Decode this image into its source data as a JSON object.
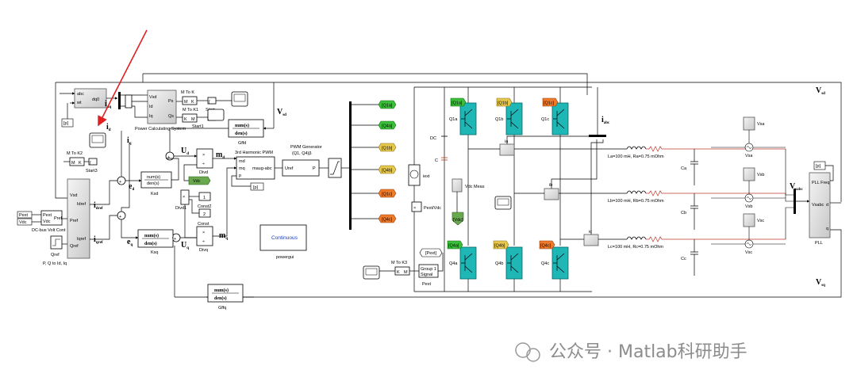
{
  "labels": {
    "vsd": "V",
    "vsd_sub": "sd",
    "vsd_top": "V",
    "vsd_top_sub": "sd",
    "vsabc": "V",
    "vsabc_sub": "sabc",
    "vsq": "V",
    "vsq_sub": "sq",
    "iabc": "i",
    "iabc_sub": "abc",
    "id_lbl": "i",
    "id_sub": "d",
    "iq_lbl": "i",
    "iq_sub": "q",
    "idq": "i",
    "idq_sub": "dq",
    "idref": "i",
    "idref_sub": "dref",
    "iqref": "i",
    "iqref_sub": "qref",
    "ed": "e",
    "ed_sub": "d",
    "eq": "e",
    "eq_sub": "q",
    "ud": "U",
    "ud_sub": "d",
    "uq": "U",
    "uq_sub": "q",
    "md": "m",
    "md_sub": "d",
    "mq": "m",
    "mq_sub": "q"
  },
  "blocks": {
    "dq0": {
      "in1": "abc",
      "in2": "wt",
      "out": "dq0"
    },
    "pcs": {
      "in1": "Vsd",
      "in2": "Id",
      "in3": "Iq",
      "out1": "Ps",
      "out2": "Qs",
      "name": "Power Calculating System"
    },
    "mtok1": {
      "title": "M  To  K",
      "a": "M",
      "b": "K",
      "name": "M  To  K1"
    },
    "start1": "Start1",
    "start": "Start",
    "start3": "Start3",
    "mtok2": {
      "title": "M  To  K2",
      "a": "M",
      "b": "K"
    },
    "gffd": {
      "num": "num(s)",
      "den": "den(s)",
      "name": "Gffd"
    },
    "gffq": {
      "num": "num(s)",
      "den": "den(s)",
      "name": "Gffq"
    },
    "ksd": {
      "num": "num(s)",
      "den": "den(s)",
      "name": "Ksd"
    },
    "ksq": {
      "num": "num(s)",
      "den": "den(s)",
      "name": "Ksq"
    },
    "pq": {
      "in1": "Vsd",
      "in2": "Pref",
      "in3": "Qref",
      "out1": "Idref",
      "out2": "Iqref",
      "name": "P, Q to Id, Iq"
    },
    "dcbus": {
      "in1": "Pext",
      "in2": "Vdc",
      "out": "Pref",
      "name": "DC-bus Volt Cont"
    },
    "pext_tag": "Pext",
    "vdc_tag": "Vdc",
    "qref": "Qref",
    "divd": "Divd",
    "divq": "Divq",
    "divd1": "Divd1",
    "const": "Const",
    "const2": "Const2",
    "c1": "1",
    "c2": "2",
    "vdc_g": "Vdc",
    "pwm3h": {
      "title": "3rd Harmonic PWM",
      "in1": "md",
      "in2": "mq",
      "in3": "p",
      "out": "maug-abc"
    },
    "pwmgen": {
      "title": "PWM Generator",
      "subtitle": "(Q1, Q4)β",
      "in": "Uref",
      "out": "P"
    },
    "p_tag": "[p]",
    "p_tag2": "[p]",
    "p_tag3": "[p]",
    "continuous": "Continuous",
    "powergui": "powergui",
    "q_tags": [
      "[Q1a]",
      "[Q4a]",
      "[Q1b]",
      "[Q4b]",
      "[Q1c]",
      "[Q4c]"
    ],
    "q_gates_top": [
      "[Q1a]",
      "[Q1b]",
      "[Q1c]"
    ],
    "q_gates_bot": [
      "[Q4a]",
      "[Q4b]",
      "[Q4c]"
    ],
    "igbt_top": [
      "Q1a",
      "Q1b",
      "Q1c"
    ],
    "igbt_bot": [
      "Q4a",
      "Q4b",
      "Q4c"
    ],
    "iext": "iext",
    "pext_vdc": "Pext/Vdc",
    "dc": "DC",
    "c": "C",
    "vdcmeas": "Vdc Meas",
    "vdc_tag2": "[Vdc]",
    "ia": "ia",
    "ib": "ib",
    "ic": "ic",
    "pext_tag2": "[Pext]",
    "mtok3": {
      "title": "M  To  K3",
      "a": "K",
      "b": "M"
    },
    "group": "Group 1",
    "signal": "Signal",
    "pext": "Pext",
    "la": "La=100 mH, Ra=0.75 mOhm",
    "lb": "Lb=100 mH, Rb=0.75 mOhm",
    "lc": "Lc=100 mH, Rc=0.75 mOhm",
    "ca": "Ca",
    "cb": "Cb",
    "cc": "Cc",
    "vsa": "Vsa",
    "vsb": "Vsb",
    "vsc": "Vsc",
    "pll": {
      "in": "Vsabc",
      "out1": "PLL Freq",
      "out2": "d",
      "out3": "q",
      "name": "PLL"
    },
    "p_tag4": "[p]"
  },
  "watermark": "公众号 · Matlab科研助手"
}
